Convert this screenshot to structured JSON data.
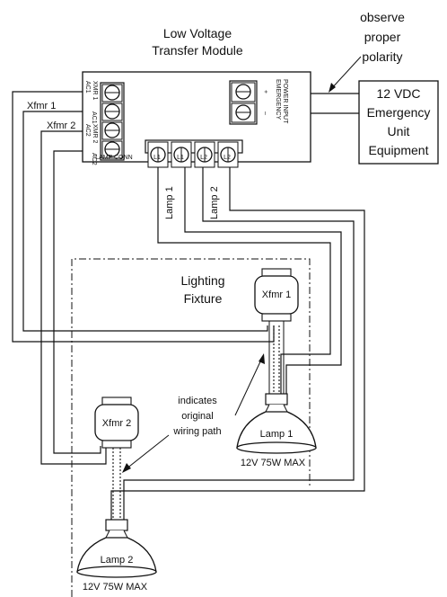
{
  "module": {
    "title_line1": "Low Voltage",
    "title_line2": "Transfer Module",
    "terminals_left": [
      "AC1",
      "XMR 1",
      "AC1",
      "AC2",
      "XMR 2",
      "AC2"
    ],
    "lamp_conn": "LAMP CONN",
    "lamp_terminals": [
      "L1",
      "L1",
      "L2",
      "L2"
    ],
    "emergency_input_line1": "EMERGENCY",
    "emergency_input_line2": "POWER INPUT",
    "plus": "+",
    "minus": "–"
  },
  "note_polarity": [
    "observe",
    "proper",
    "polarity"
  ],
  "emergency_unit": [
    "12 VDC",
    "Emergency",
    "Unit",
    "Equipment"
  ],
  "wire_labels": {
    "xfmr1": "Xfmr 1",
    "xfmr2": "Xfmr 2",
    "lamp1": "Lamp 1",
    "lamp2": "Lamp 2"
  },
  "fixture": {
    "line1": "Lighting",
    "line2": "Fixture"
  },
  "transformers": {
    "t1": "Xfmr 1",
    "t2": "Xfmr 2"
  },
  "lamps": {
    "lamp1": "Lamp 1",
    "lamp1_rating": "12V 75W MAX",
    "lamp2": "Lamp 2",
    "lamp2_rating": "12V 75W MAX"
  },
  "note_wiring": [
    "indicates",
    "original",
    "wiring path"
  ]
}
